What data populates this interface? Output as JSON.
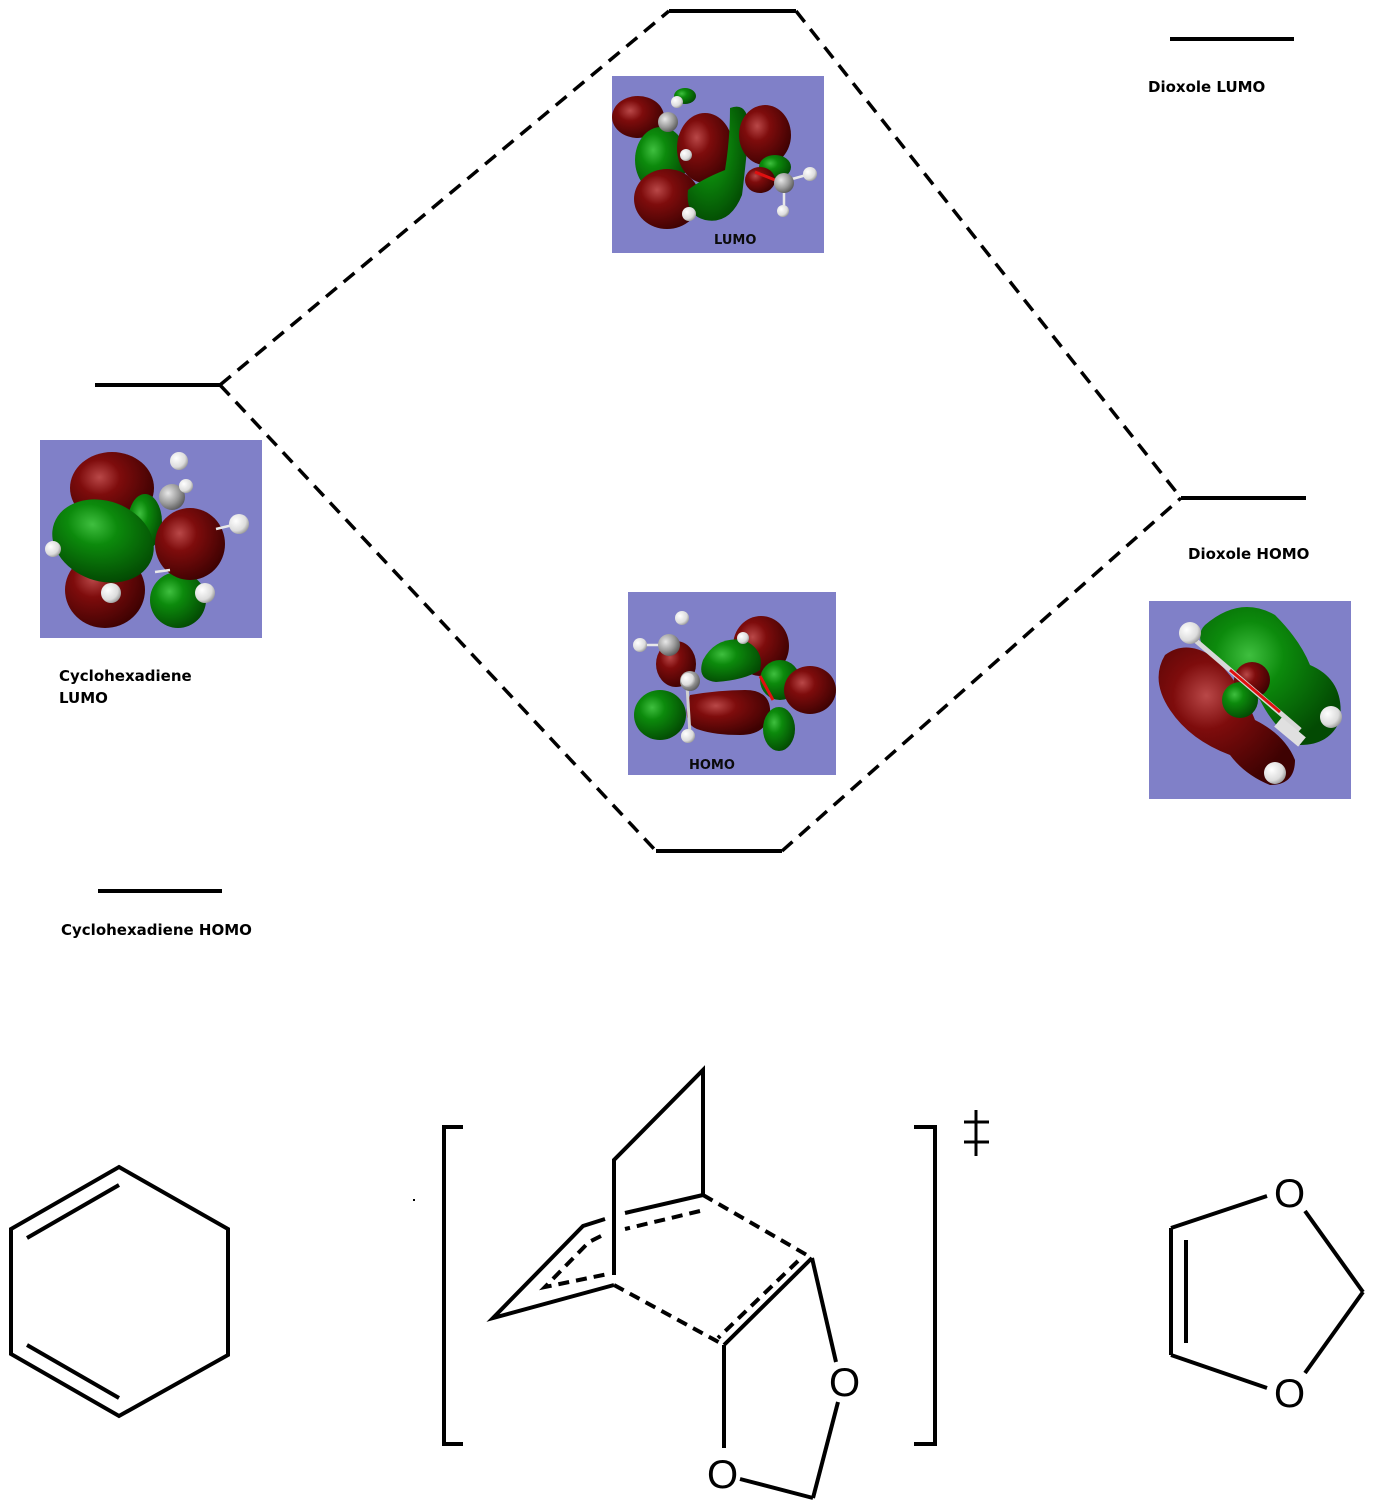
{
  "diagram": {
    "type": "molecular-orbital-correlation-diagram",
    "levels": {
      "dioxole_lumo": "Dioxole LUMO",
      "dioxole_homo": "Dioxole HOMO",
      "cyclohexadiene_lumo_line1": "Cyclohexadiene",
      "cyclohexadiene_lumo_line2": "LUMO",
      "cyclohexadiene_homo": "Cyclohexadiene HOMO"
    },
    "ts_orbitals": {
      "lumo": "LUMO",
      "homo": "HOMO"
    },
    "structures": {
      "reactant_left": "1,3-cyclohexadiene",
      "transition_state": "Diels-Alder transition state",
      "reactant_right": "1,3-dioxole",
      "oxygen_symbol": "O",
      "transition_state_symbol": "‡"
    },
    "colors": {
      "panel_background": "#8080c8",
      "lobe_positive": "#0b7a0b",
      "lobe_negative": "#7a0a0a",
      "line": "#000000"
    }
  }
}
